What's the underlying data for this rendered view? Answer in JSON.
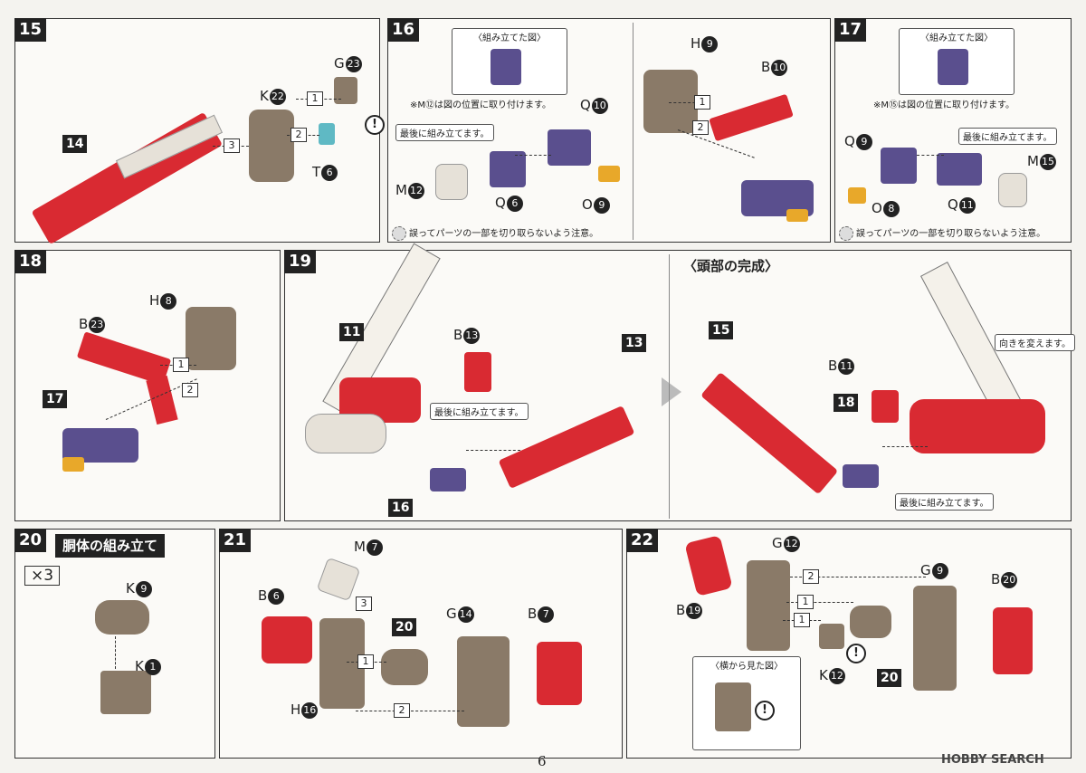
{
  "steps": {
    "s15": {
      "number": "15",
      "labels": {
        "g": "G",
        "g_n": "23",
        "k": "K",
        "k_n": "22",
        "t": "T",
        "t_n": "6",
        "part14": "14"
      },
      "order": [
        "1",
        "2",
        "3"
      ]
    },
    "s16": {
      "number": "16",
      "assembled_title": "〈組み立てた図〉",
      "note_top": "※M⑫は図の位置に取り付けます。",
      "callout_last": "最後に組み立てます。",
      "labels": {
        "q10": "Q",
        "q10_n": "10",
        "m12": "M",
        "m12_n": "12",
        "q6": "Q",
        "q6_n": "6",
        "o9": "O",
        "o9_n": "9",
        "h9": "H",
        "h9_n": "9",
        "b10": "B",
        "b10_n": "10"
      },
      "order": [
        "1",
        "2"
      ],
      "caution": "誤ってパーツの一部を切り取らないよう注意。"
    },
    "s17": {
      "number": "17",
      "assembled_title": "〈組み立てた図〉",
      "note_top": "※M⑮は図の位置に取り付けます。",
      "callout_last": "最後に組み立てます。",
      "labels": {
        "q9": "Q",
        "q9_n": "9",
        "m15": "M",
        "m15_n": "15",
        "o8": "O",
        "o8_n": "8",
        "q11": "Q",
        "q11_n": "11"
      },
      "caution": "誤ってパーツの一部を切り取らないよう注意。"
    },
    "s18": {
      "number": "18",
      "labels": {
        "b23": "B",
        "b23_n": "23",
        "h8": "H",
        "h8_n": "8",
        "part17": "17"
      },
      "order": [
        "1",
        "2"
      ]
    },
    "s19": {
      "number": "19",
      "labels": {
        "part11": "11",
        "b13": "B",
        "b13_n": "13",
        "part13": "13",
        "part16": "16"
      },
      "callout_last": "最後に組み立てます。"
    },
    "head": {
      "title": "〈頭部の完成〉",
      "labels": {
        "part15": "15",
        "b11": "B",
        "b11_n": "11",
        "part18": "18"
      },
      "callout_turn": "向きを変えます。",
      "callout_last": "最後に組み立てます。"
    },
    "s20": {
      "number": "20",
      "title": "胴体の組み立て",
      "multiplier": "×3",
      "labels": {
        "k9": "K",
        "k9_n": "9",
        "k1": "K",
        "k1_n": "1"
      }
    },
    "s21": {
      "number": "21",
      "labels": {
        "m7": "M",
        "m7_n": "7",
        "b6": "B",
        "b6_n": "6",
        "part20": "20",
        "g14": "G",
        "g14_n": "14",
        "b7": "B",
        "b7_n": "7",
        "h16": "H",
        "h16_n": "16"
      },
      "order": [
        "3",
        "1",
        "2"
      ]
    },
    "s22": {
      "number": "22",
      "labels": {
        "g12": "G",
        "g12_n": "12",
        "g9": "G",
        "g9_n": "9",
        "b20": "B",
        "b20_n": "20",
        "b19": "B",
        "b19_n": "19",
        "k12": "K",
        "k12_n": "12",
        "part20": "20"
      },
      "order": [
        "2",
        "1",
        "1"
      ],
      "side_view": "〈横から見た図〉"
    }
  },
  "footer": {
    "page": "6",
    "watermark": "HOBBY SEARCH"
  },
  "colors": {
    "red": "#d92a32",
    "brown": "#8a7a68",
    "purple": "#5a4f8e",
    "orange": "#e8a82a"
  },
  "icons": [
    "warning-icon",
    "cut-caution-icon",
    "arrow-right-icon"
  ]
}
